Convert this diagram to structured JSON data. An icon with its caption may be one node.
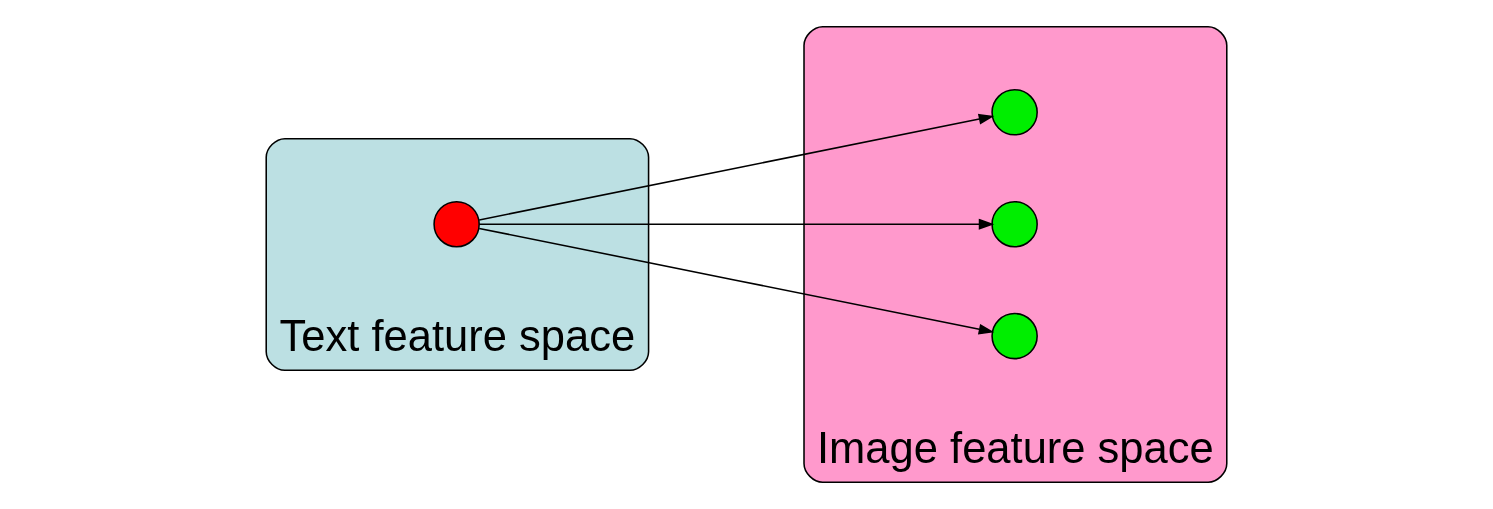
{
  "diagram": {
    "nodes": [
      {
        "text": [
          "Text feature space"
        ]
      },
      {
        "text": [],
        "shape": "circle",
        "in": 0
      },
      {
        "text": [
          "Image feature space"
        ]
      },
      {
        "text": [],
        "shape": "circle",
        "in": 2
      },
      {
        "text": [],
        "shape": "circle",
        "in": 2
      },
      {
        "text": [],
        "shape": "circle",
        "in": 2
      }
    ],
    "edges": [
      {
        "from": 1,
        "to": 3,
        "arrow": "to"
      },
      {
        "from": 1,
        "to": 4,
        "arrow": "to"
      },
      {
        "from": 1,
        "to": 5,
        "arrow": "to"
      }
    ]
  }
}
